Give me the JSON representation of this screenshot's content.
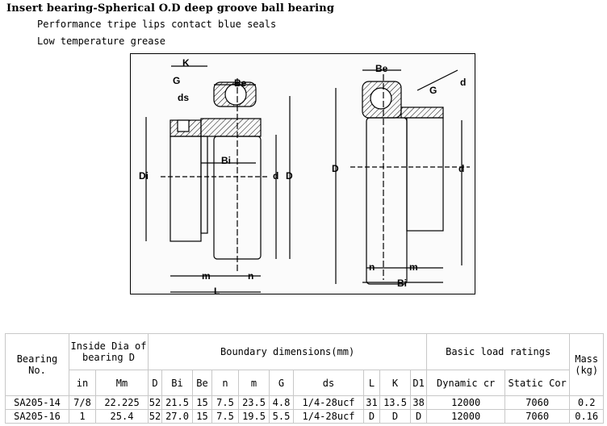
{
  "title": "Insert bearing-Spherical O.D deep groove ball bearing",
  "features": [
    "Performance tripe lips contact blue seals",
    "Low temperature grease"
  ],
  "drawing": {
    "labels": {
      "K": "K",
      "G": "G",
      "ds": "ds",
      "Be": "Be",
      "Bi": "Bi",
      "Di": "Di",
      "d": "d",
      "D": "D",
      "m": "m",
      "n": "n",
      "L": "L"
    }
  },
  "table": {
    "headers": {
      "bearing_no": "Bearing No.",
      "inside_dia": "Inside Dia of bearing D",
      "boundary": "Boundary dimensions(mm)",
      "load": "Basic load ratings",
      "mass": "Mass (kg)",
      "in": "in",
      "mm": "Mm",
      "D": "D",
      "Bi": "Bi",
      "Be": "Be",
      "n": "n",
      "m": "m",
      "G": "G",
      "ds": "ds",
      "L": "L",
      "K": "K",
      "D1": "D1",
      "dynamic": "Dynamic cr",
      "static": "Static Cor"
    },
    "rows": [
      [
        "SA205-14",
        "7/8",
        "22.225",
        "52",
        "21.5",
        "15",
        "7.5",
        "23.5",
        "4.8",
        "1/4-28ucf",
        "31",
        "13.5",
        "38",
        "12000",
        "7060",
        "0.2"
      ],
      [
        "SA205-16",
        "1",
        "25.4",
        "52",
        "27.0",
        "15",
        "7.5",
        "19.5",
        "5.5",
        "1/4-28ucf",
        "D",
        "D",
        "D",
        "12000",
        "7060",
        "0.16"
      ]
    ]
  }
}
